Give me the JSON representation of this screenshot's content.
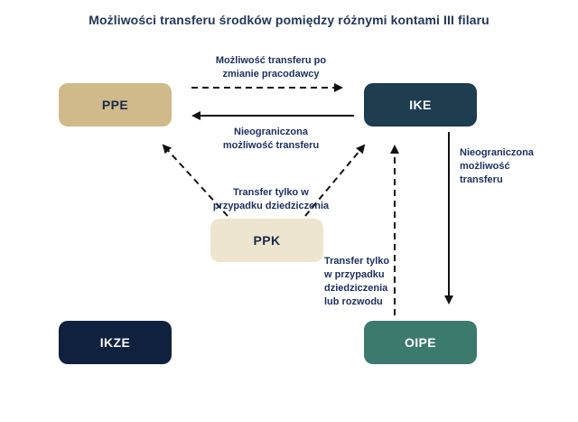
{
  "title": "Możliwości transferu środków pomiędzy różnymi kontami III filaru",
  "colors": {
    "title_text": "#24365a",
    "edge_label_text": "#1d2f5f",
    "arrow": "#111111",
    "node_ppe_bg": "#d0ba8a",
    "node_ike_bg": "#1e3d4f",
    "node_ppk_bg": "#ede5cf",
    "node_ikze_bg": "#10203f",
    "node_oipe_bg": "#3b7a6d"
  },
  "nodes": {
    "ppe": {
      "label": "PPE"
    },
    "ike": {
      "label": "IKE"
    },
    "ppk": {
      "label": "PPK"
    },
    "ikze": {
      "label": "IKZE"
    },
    "oipe": {
      "label": "OIPE"
    }
  },
  "edges": {
    "ppe_to_ike": {
      "label": "Możliwość transferu po\nzmianie pracodawcy",
      "style": "dashed",
      "from": "PPE",
      "to": "IKE"
    },
    "ike_to_ppe": {
      "label": "Nieograniczona\nmożliwość transferu",
      "style": "solid",
      "from": "IKE",
      "to": "PPE"
    },
    "ppk_inheritance": {
      "label": "Transfer tylko w\nprzypadku dziedziczenia",
      "style": "dashed",
      "from": "PPK",
      "to": "PPE / IKE"
    },
    "ike_to_oipe": {
      "label": "Nieograniczona\nmożliwość\ntransferu",
      "style": "solid",
      "from": "IKE",
      "to": "OIPE"
    },
    "oipe_to_ike": {
      "label": "Transfer tylko\nw przypadku\ndziedziczenia\nlub rozwodu",
      "style": "dashed",
      "from": "OIPE",
      "to": "IKE"
    }
  }
}
